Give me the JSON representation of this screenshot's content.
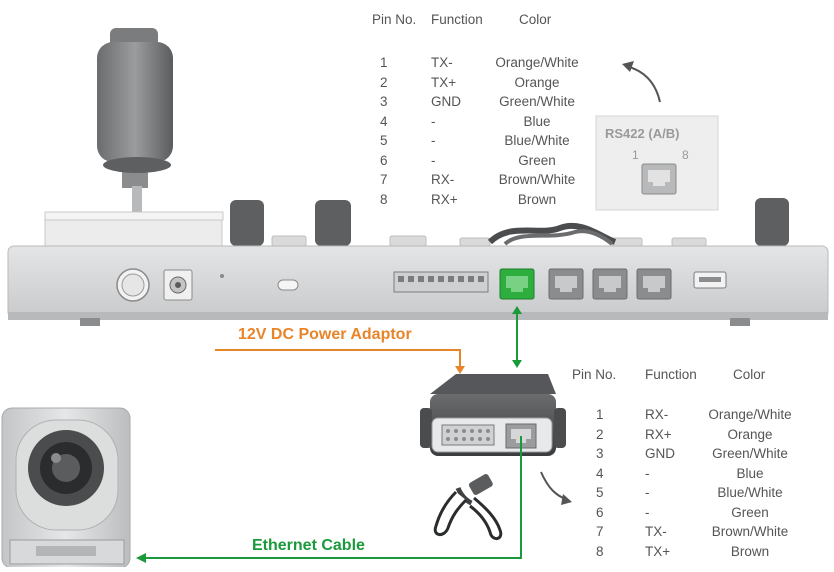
{
  "colors": {
    "power": "#e8852a",
    "ethernet": "#1a9a3a",
    "device_body": "#d9dadb",
    "device_dark": "#4a4c4e",
    "text_gray": "#555555"
  },
  "top_table": {
    "headers": [
      "Pin No.",
      "Function",
      "Color"
    ],
    "rows": [
      {
        "pin": "1",
        "function": "TX-",
        "color": "Orange/White"
      },
      {
        "pin": "2",
        "function": "TX+",
        "color": "Orange"
      },
      {
        "pin": "3",
        "function": "GND",
        "color": "Green/White"
      },
      {
        "pin": "4",
        "function": "-",
        "color": "Blue"
      },
      {
        "pin": "5",
        "function": "-",
        "color": "Blue/White"
      },
      {
        "pin": "6",
        "function": "-",
        "color": "Green"
      },
      {
        "pin": "7",
        "function": "RX-",
        "color": "Brown/White"
      },
      {
        "pin": "8",
        "function": "RX+",
        "color": "Brown"
      }
    ]
  },
  "bottom_table": {
    "headers": [
      "Pin No.",
      "Function",
      "Color"
    ],
    "rows": [
      {
        "pin": "1",
        "function": "RX-",
        "color": "Orange/White"
      },
      {
        "pin": "2",
        "function": "RX+",
        "color": "Orange"
      },
      {
        "pin": "3",
        "function": "GND",
        "color": "Green/White"
      },
      {
        "pin": "4",
        "function": "-",
        "color": "Blue"
      },
      {
        "pin": "5",
        "function": "-",
        "color": "Blue/White"
      },
      {
        "pin": "6",
        "function": "-",
        "color": "Green"
      },
      {
        "pin": "7",
        "function": "TX-",
        "color": "Brown/White"
      },
      {
        "pin": "8",
        "function": "TX+",
        "color": "Brown"
      }
    ]
  },
  "rs422": {
    "label": "RS422 (A/B)",
    "pin_first": "1",
    "pin_last": "8"
  },
  "labels": {
    "power": "12V DC Power Adaptor",
    "ethernet": "Ethernet Cable"
  }
}
